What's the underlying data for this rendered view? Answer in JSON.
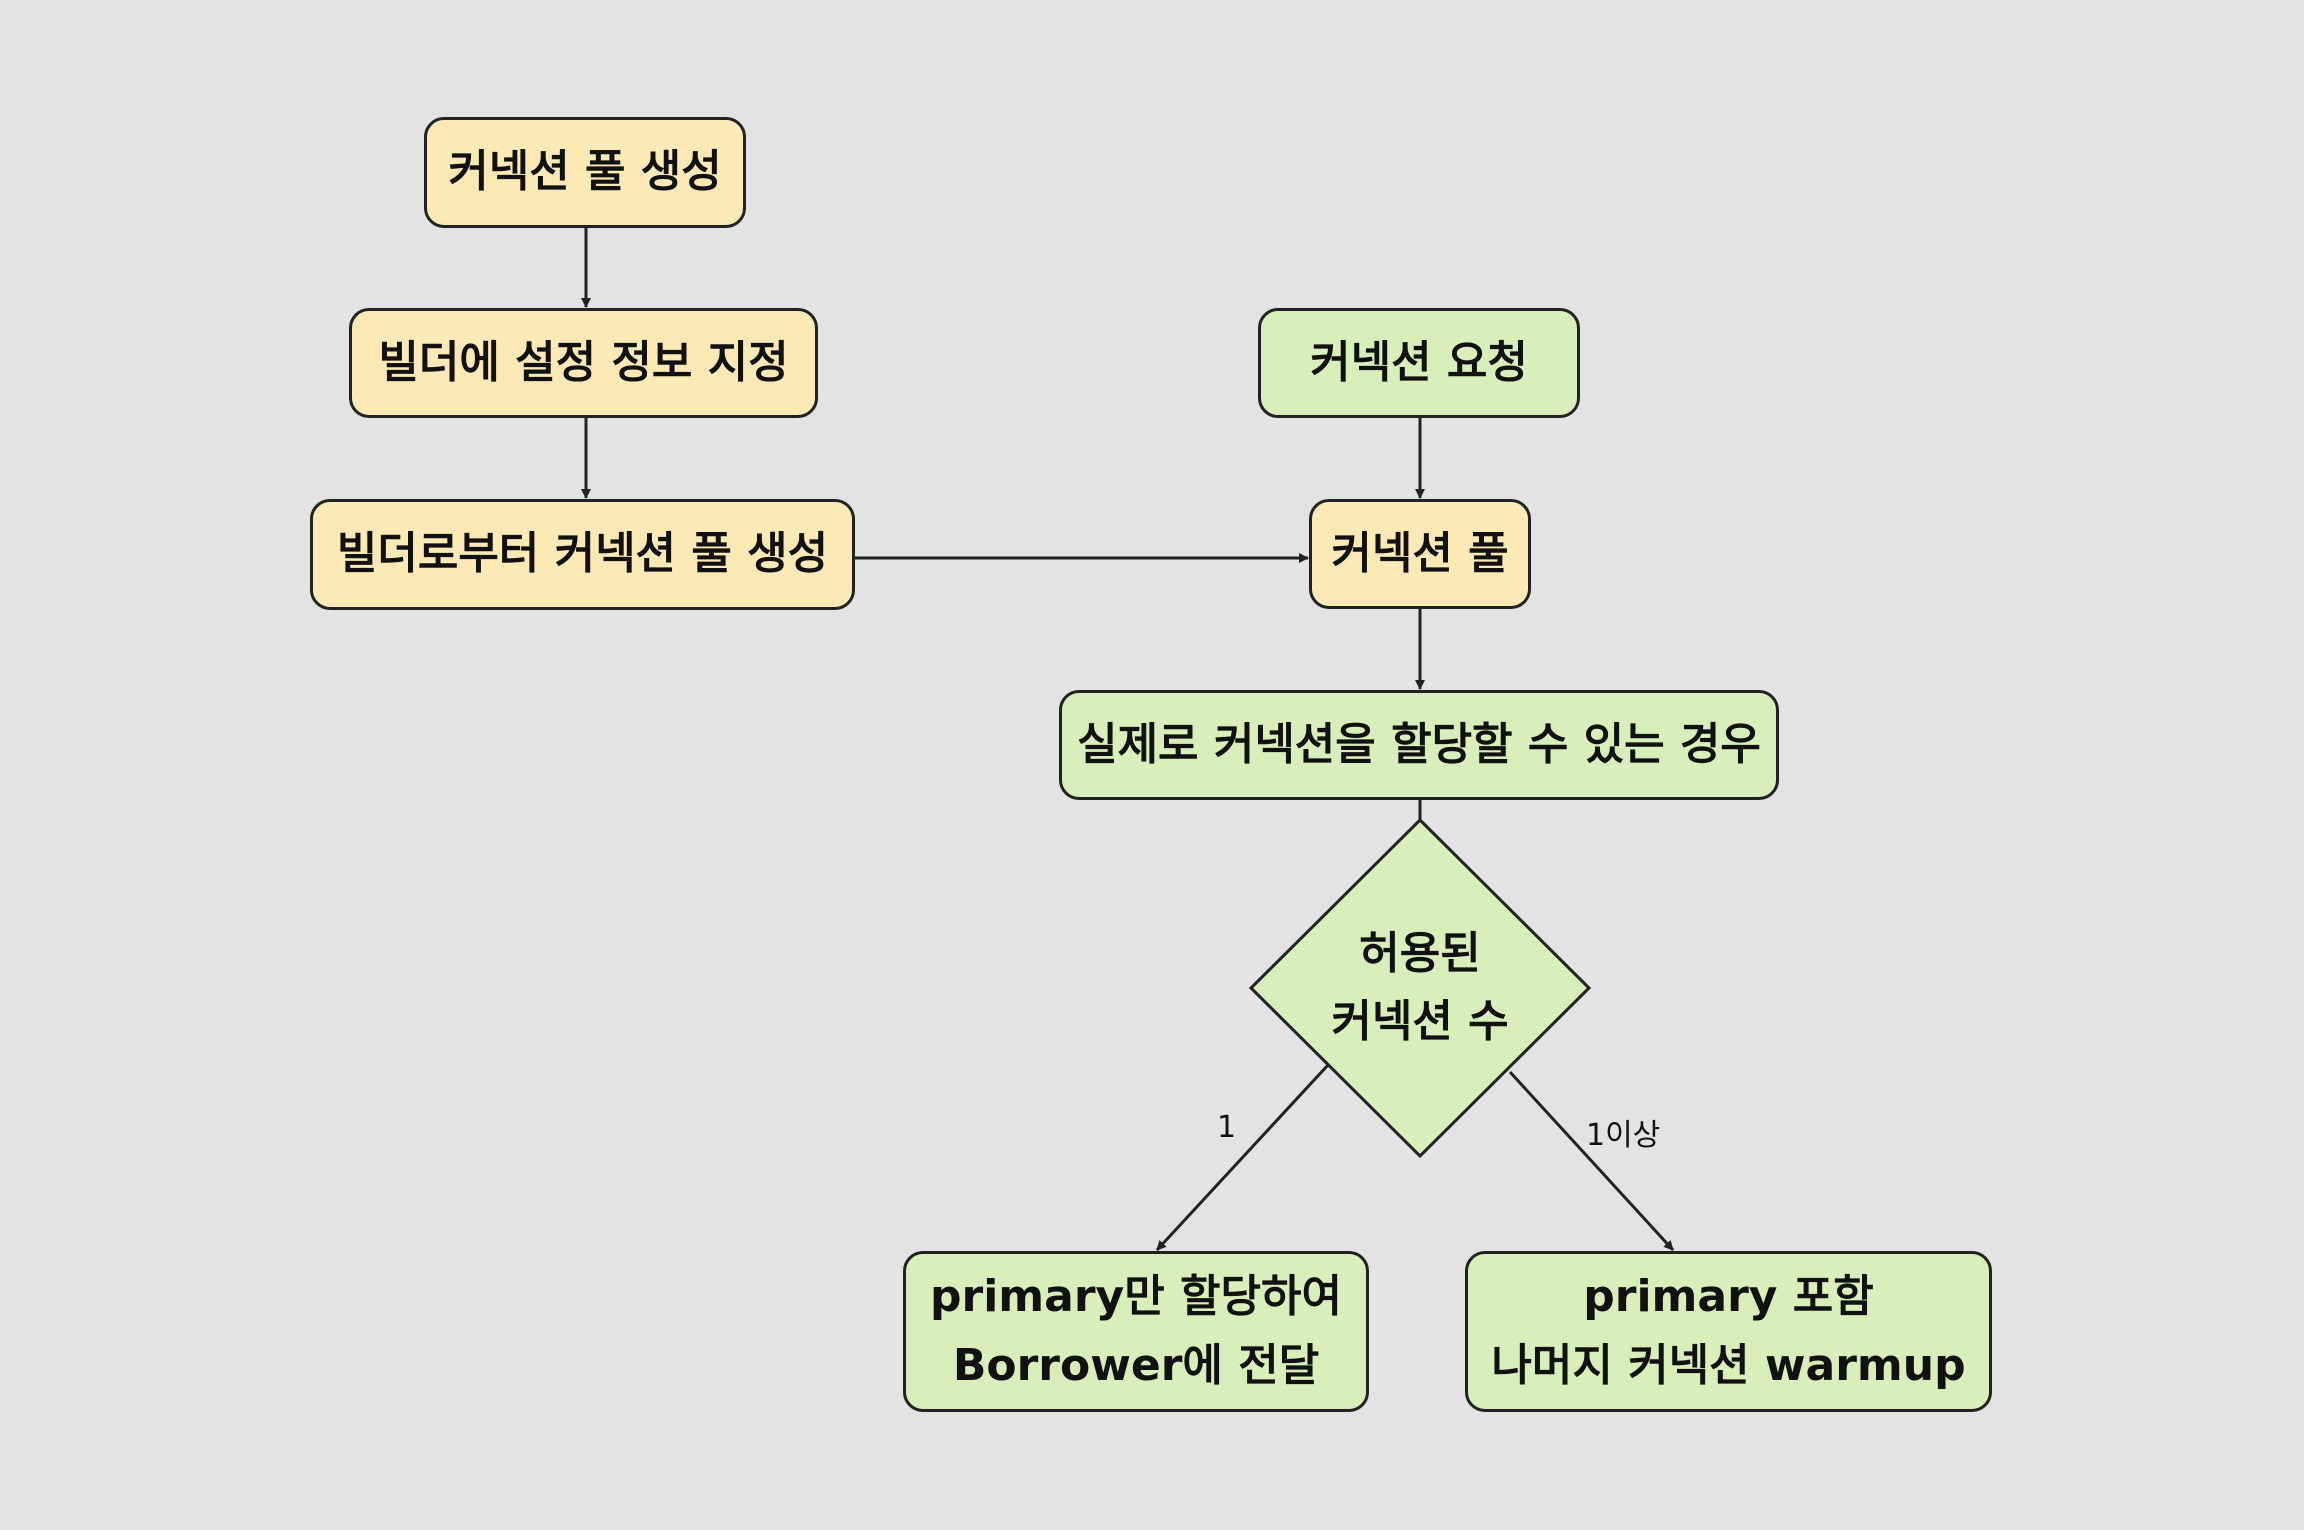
{
  "colors": {
    "background": "#e3e3e3",
    "node_yellow": "#fde9b5",
    "node_green": "#d9efbb",
    "stroke": "#222222"
  },
  "nodes": {
    "create_pool": "커넥션 풀 생성",
    "builder_config": "빌더에 설정 정보 지정",
    "builder_create_pool": "빌더로부터 커넥션 풀 생성",
    "connection_request": "커넥션 요청",
    "connection_pool": "커넥션 풀",
    "allocatable_case": "실제로 커넥션을 할당할 수 있는 경우",
    "allowed_count": {
      "line1": "허용된",
      "line2": "커넥션 수"
    },
    "primary_only": {
      "line1": "primary만 할당하여",
      "line2": "Borrower에 전달"
    },
    "primary_warmup": {
      "line1": "primary 포함",
      "line2": "나머지 커넥션 warmup"
    }
  },
  "edge_labels": {
    "one": "1",
    "more": "1이상"
  }
}
